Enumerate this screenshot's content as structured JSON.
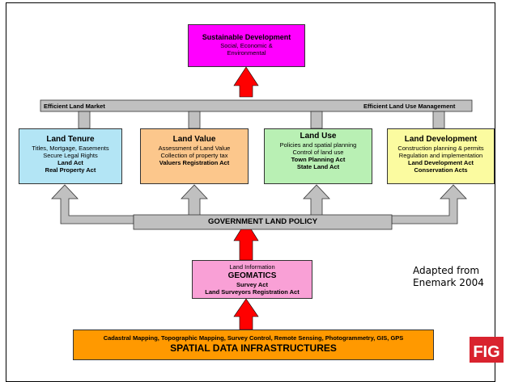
{
  "sustainable": {
    "title": "Sustainable Development",
    "lines": [
      "Social, Economic &",
      "Environmental"
    ]
  },
  "band": {
    "left_label": "Efficient Land Market",
    "right_label": "Efficient Land Use Management"
  },
  "pillars": [
    {
      "title": "Land Tenure",
      "lines": [
        "Titles, Mortgage, Easements",
        "Secure Legal Rights"
      ],
      "acts": [
        "Land Act",
        "Real Property Act"
      ],
      "color": "#b3e5f5"
    },
    {
      "title": "Land Value",
      "lines": [
        "Assessment of Land Value",
        "Collection of property tax"
      ],
      "acts": [
        "Valuers Registration Act"
      ],
      "color": "#fcc78c"
    },
    {
      "title": "Land Use",
      "lines": [
        "Policies and spatial planning",
        "Control of land use"
      ],
      "acts": [
        "Town Planning Act",
        "State Land Act"
      ],
      "color": "#b9f0b4"
    },
    {
      "title": "Land Development",
      "lines": [
        "Construction planning & permits",
        "Regulation and implementation"
      ],
      "acts": [
        "Land Development Act",
        "Conservation Acts"
      ],
      "color": "#fbfba0"
    }
  ],
  "policy": {
    "label": "GOVERNMENT LAND POLICY"
  },
  "geomatics": {
    "line": "Land Information",
    "title": "GEOMATICS",
    "acts": [
      "Survey Act",
      "Land Surveyors Registration Act"
    ]
  },
  "sdi": {
    "line": "Cadastral Mapping, Topographic Mapping, Survey Control, Remote Sensing, Photogrammetry, GIS, GPS",
    "title": "SPATIAL DATA INFRASTRUCTURES"
  },
  "credit": {
    "line1": "Adapted from",
    "line2": "Enemark 2004"
  },
  "logo": {
    "text": "FIG"
  },
  "colors": {
    "sustainable": "#ff00ff",
    "geomatics": "#f9a0d6",
    "sdi": "#ff9900",
    "gray": "#c0c0c0",
    "arrow_red": "#ff0000"
  }
}
